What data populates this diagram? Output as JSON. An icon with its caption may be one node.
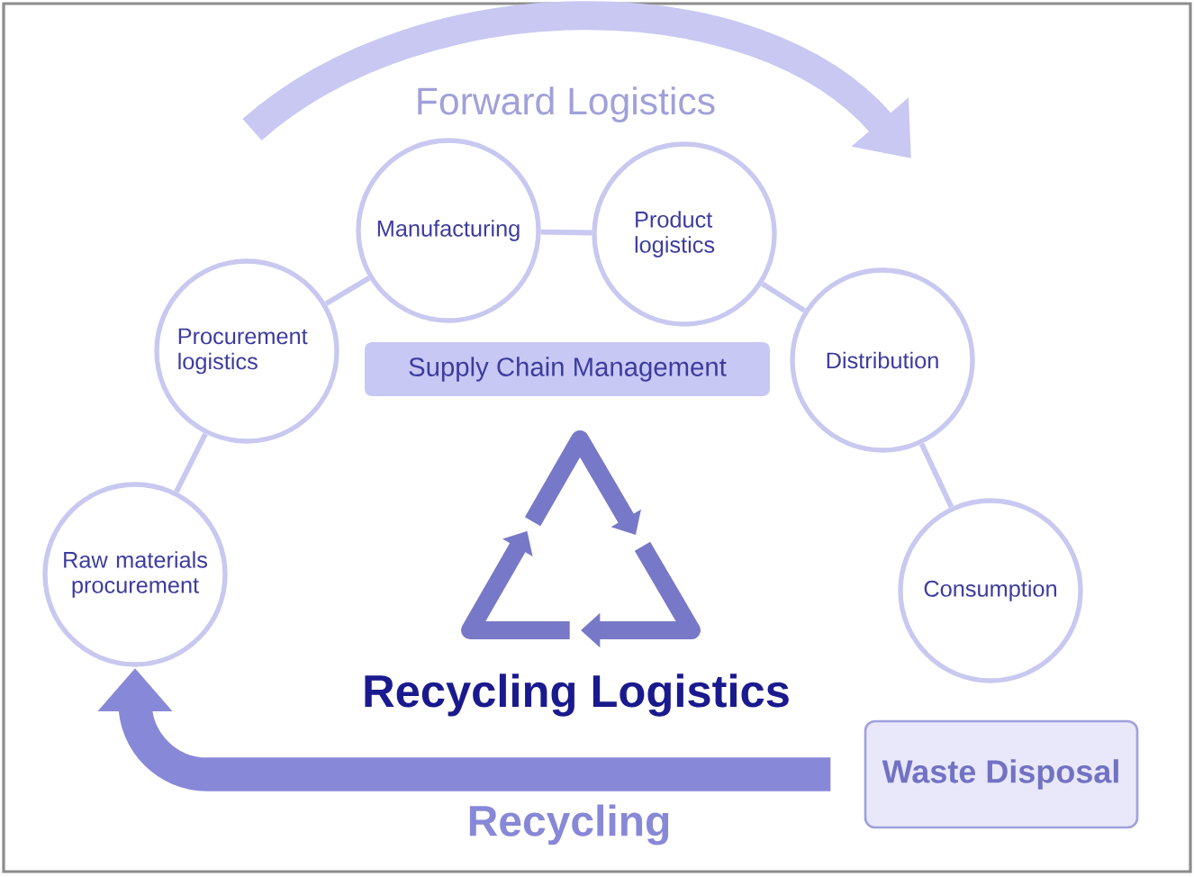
{
  "diagram": {
    "nodes": [
      {
        "text": [
          "Raw materials procurement"
        ]
      },
      {
        "text": [
          "Procurement logistics"
        ]
      },
      {
        "text": [
          "Manufacturing"
        ]
      },
      {
        "text": [
          "Product logistics"
        ]
      },
      {
        "text": [
          "Distribution"
        ]
      },
      {
        "text": [
          "Consumption"
        ]
      },
      {
        "text": [
          "Supply Chain Management"
        ]
      },
      {
        "text": [
          "Waste Disposal"
        ]
      }
    ],
    "edges": [
      {
        "from": 0,
        "to": 1,
        "arrow": "none"
      },
      {
        "from": 1,
        "to": 2,
        "arrow": "none"
      },
      {
        "from": 2,
        "to": 3,
        "arrow": "none"
      },
      {
        "from": 3,
        "to": 4,
        "arrow": "none"
      },
      {
        "from": 4,
        "to": 5,
        "arrow": "none"
      },
      {
        "from": 7,
        "to": 0,
        "arrow": "to",
        "label": "Recycling",
        "style": "thick",
        "color": "#8888d8"
      }
    ],
    "labels": [
      "Forward Logistics",
      "Recycling Logistics"
    ]
  }
}
